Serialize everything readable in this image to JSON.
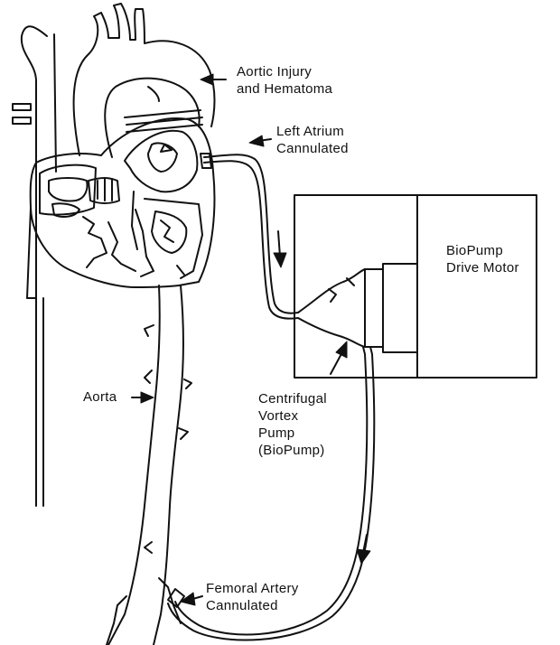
{
  "labels": {
    "aortic_injury": [
      "Aortic Injury",
      "and Hematoma"
    ],
    "left_atrium": [
      "Left Atrium",
      "Cannulated"
    ],
    "drive_motor": [
      "BioPump",
      "Drive Motor"
    ],
    "aorta": "Aorta",
    "vortex_pump": [
      "Centrifugal",
      "Vortex",
      "Pump",
      "(BioPump)"
    ],
    "femoral_artery": [
      "Femoral Artery",
      "Cannulated"
    ]
  },
  "colors": {
    "ink": "#111111",
    "background": "#ffffff"
  }
}
